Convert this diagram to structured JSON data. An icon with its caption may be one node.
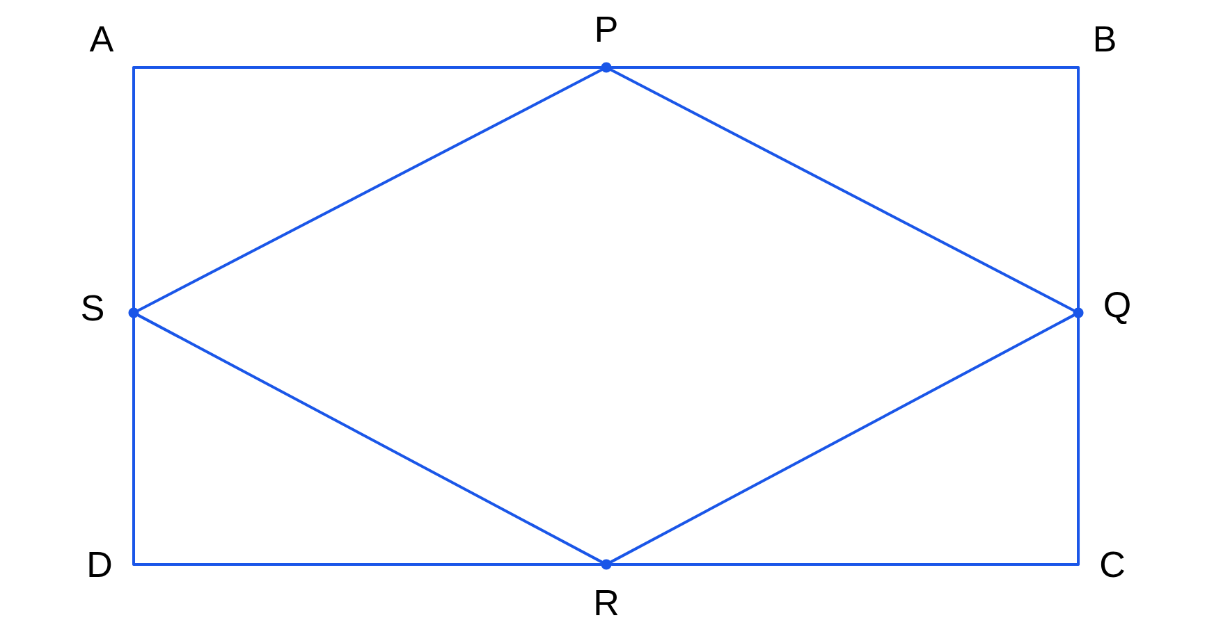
{
  "diagram": {
    "nodes": [
      {
        "text": [
          "A"
        ]
      },
      {
        "text": [
          "P"
        ]
      },
      {
        "text": [
          "B"
        ]
      },
      {
        "text": [
          "S"
        ]
      },
      {
        "text": [
          "Q"
        ]
      },
      {
        "text": [
          "D"
        ]
      },
      {
        "text": [
          "R"
        ]
      },
      {
        "text": [
          "C"
        ]
      }
    ],
    "edges": [
      {
        "from": 0,
        "to": 1,
        "arrow": "none"
      },
      {
        "from": 1,
        "to": 2,
        "arrow": "none"
      },
      {
        "from": 2,
        "to": 4,
        "arrow": "none"
      },
      {
        "from": 4,
        "to": 7,
        "arrow": "none"
      },
      {
        "from": 7,
        "to": 6,
        "arrow": "none"
      },
      {
        "from": 6,
        "to": 5,
        "arrow": "none"
      },
      {
        "from": 5,
        "to": 3,
        "arrow": "none"
      },
      {
        "from": 3,
        "to": 0,
        "arrow": "none"
      },
      {
        "from": 1,
        "to": 4,
        "arrow": "none"
      },
      {
        "from": 4,
        "to": 6,
        "arrow": "none"
      },
      {
        "from": 6,
        "to": 3,
        "arrow": "none"
      },
      {
        "from": 3,
        "to": 1,
        "arrow": "none"
      }
    ]
  }
}
